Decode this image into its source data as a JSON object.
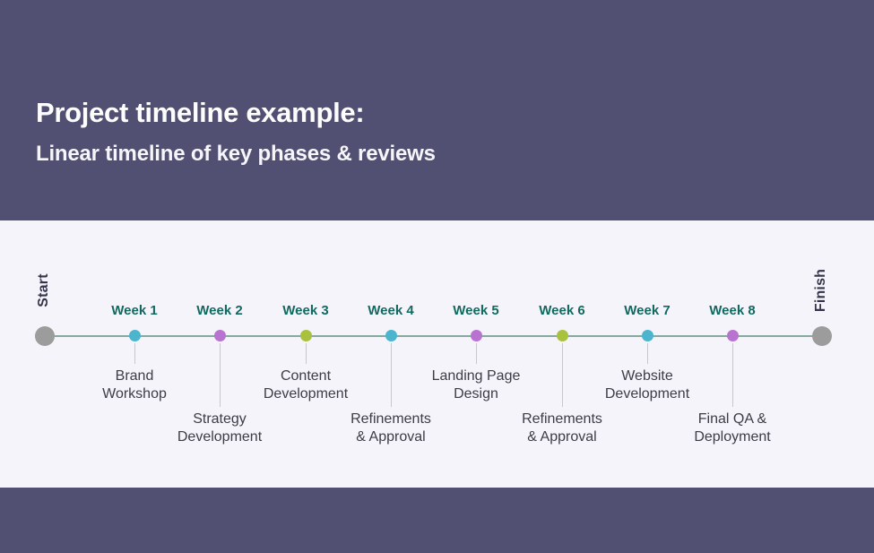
{
  "header": {
    "title": "Project timeline example:",
    "subtitle": "Linear timeline of key phases & reviews"
  },
  "timeline": {
    "start_label": "Start",
    "finish_label": "Finish",
    "milestones": [
      {
        "week": "Week 1",
        "phase": "Brand\nWorkshop",
        "dot_color": "#4cb5ce",
        "row": "upper"
      },
      {
        "week": "Week 2",
        "phase": "Strategy\nDevelopment",
        "dot_color": "#b873d1",
        "row": "lower"
      },
      {
        "week": "Week 3",
        "phase": "Content\nDevelopment",
        "dot_color": "#a9c13d",
        "row": "upper"
      },
      {
        "week": "Week 4",
        "phase": "Refinements\n& Approval",
        "dot_color": "#4cb5ce",
        "row": "lower"
      },
      {
        "week": "Week 5",
        "phase": "Landing Page\nDesign",
        "dot_color": "#b873d1",
        "row": "upper"
      },
      {
        "week": "Week 6",
        "phase": "Refinements\n& Approval",
        "dot_color": "#a9c13d",
        "row": "lower"
      },
      {
        "week": "Week 7",
        "phase": "Website\nDevelopment",
        "dot_color": "#4cb5ce",
        "row": "upper"
      },
      {
        "week": "Week 8",
        "phase": "Final QA &\nDeployment",
        "dot_color": "#b873d1",
        "row": "lower"
      }
    ]
  },
  "colors": {
    "background_purple": "#514f72",
    "panel_background": "#f4f4fa",
    "axis_line": "#85a99d",
    "endpoint_gray": "#9c9c9c",
    "week_label_teal": "#11695f",
    "phase_text": "#3d3c47",
    "connector_gray": "#c7c7cd"
  }
}
